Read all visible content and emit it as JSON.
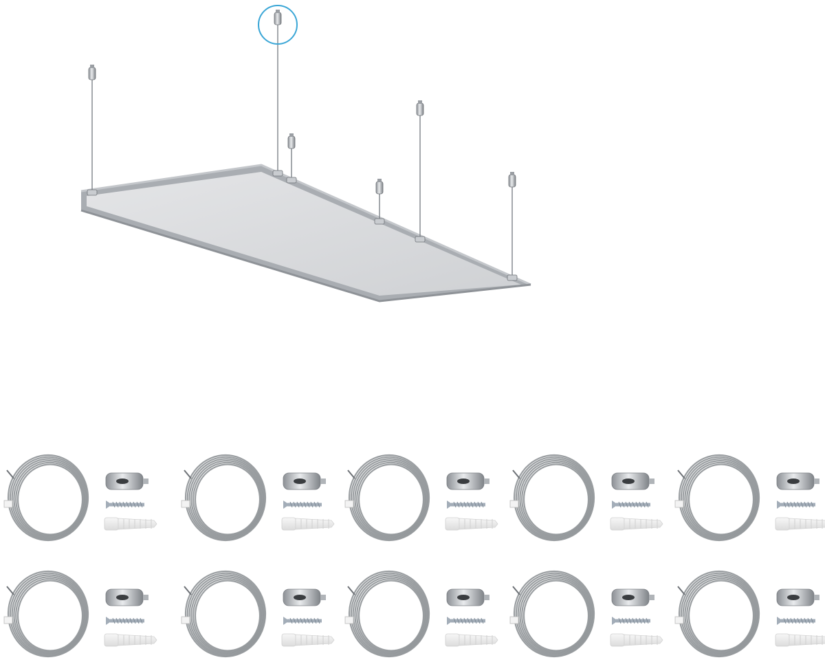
{
  "scene": {
    "description_free": true,
    "panel": {
      "frame_color": "#a9adb2",
      "face_color": "#d8dadc",
      "wire_color": "#7d8288",
      "hanger_count": 6,
      "highlight_ring_color": "#3aa6d6"
    },
    "kits": {
      "rows": 2,
      "columns": 5,
      "count": 10,
      "coil_color": "#8f9397",
      "metal_color": "#b9bdc2",
      "screw_color": "#a3adb8",
      "plug_color": "#eeeeee"
    }
  }
}
